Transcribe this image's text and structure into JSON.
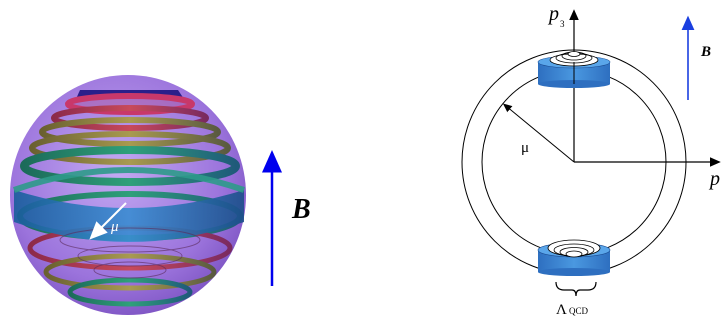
{
  "left_panel": {
    "mu_label": "μ",
    "field_label": "B",
    "field_arrow_color": "#0000ee",
    "sphere_color": "#8a5bd6"
  },
  "right_panel": {
    "axis_y_label": "p",
    "axis_y_subscript": "3",
    "axis_x_label": "p",
    "mu_label": "μ",
    "field_label": "B",
    "field_arrow_color": "#1a3fe0",
    "disc_color": "#3a86d8",
    "bottom_label_main": "Λ",
    "bottom_label_sub": "QCD"
  }
}
